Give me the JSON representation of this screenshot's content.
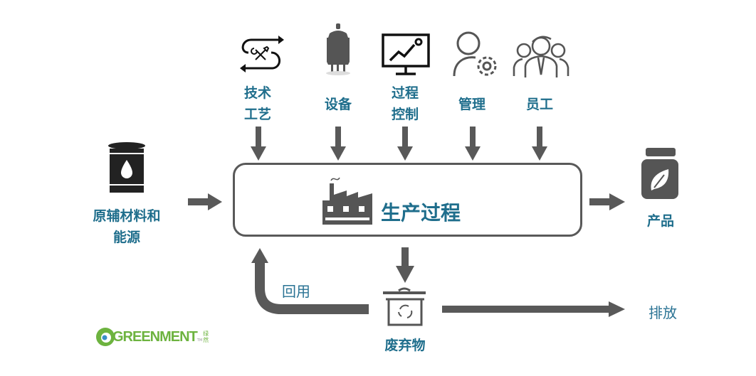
{
  "inputs_top": [
    {
      "label_line1": "技术",
      "label_line2": "工艺",
      "icon": "process-tools-icon"
    },
    {
      "label_line1": "设备",
      "label_line2": "",
      "icon": "reactor-vessel-icon"
    },
    {
      "label_line1": "过程",
      "label_line2": "控制",
      "icon": "monitor-chart-icon"
    },
    {
      "label_line1": "管理",
      "label_line2": "",
      "icon": "user-gear-icon"
    },
    {
      "label_line1": "员工",
      "label_line2": "",
      "icon": "team-icon"
    }
  ],
  "raw_materials": {
    "label_line1": "原辅材料和",
    "label_line2": "能源",
    "icon": "oil-barrel-icon"
  },
  "process": {
    "label": "生产过程",
    "icon": "factory-icon"
  },
  "product": {
    "label": "产品",
    "icon": "leaf-jar-icon"
  },
  "waste": {
    "label": "废弃物",
    "icon": "recycle-bin-icon"
  },
  "reuse_label": "回用",
  "discharge_label": "排放",
  "logo": {
    "text": "GREENMENT",
    "cn": "绿然",
    "tm": "TM"
  },
  "colors": {
    "label": "#1f6e8c",
    "arrow": "#595959",
    "icon": "#595959",
    "logo_green": "#6db33f"
  }
}
